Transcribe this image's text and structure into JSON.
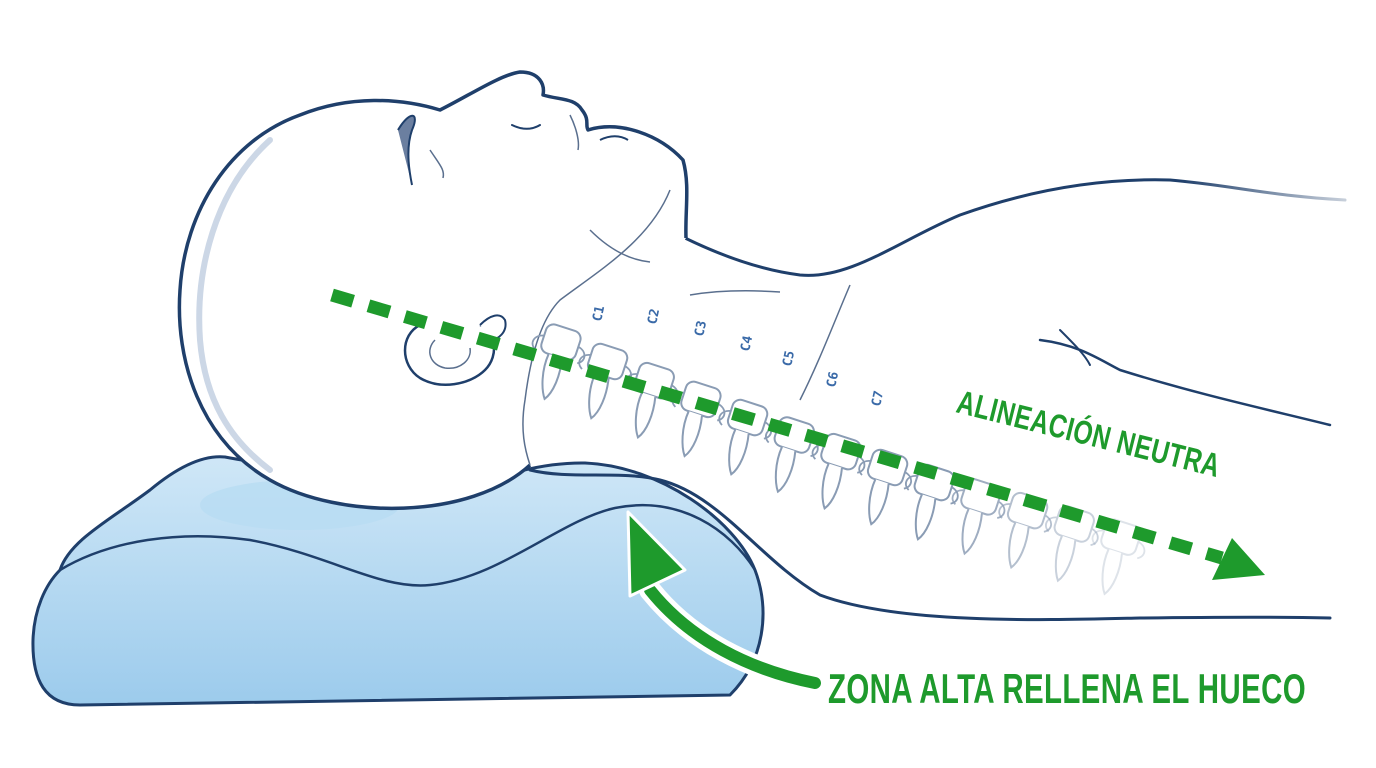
{
  "labels": {
    "alignment": "ALINEACIÓN NEUTRA",
    "high_zone": "ZONA ALTA RELLENA EL HUECO"
  },
  "vertebrae": [
    "C1",
    "C2",
    "C3",
    "C4",
    "C5",
    "C6",
    "C7"
  ],
  "colors": {
    "outline": "#1f3f6b",
    "accent_green": "#1e9a2c",
    "pillow_fill": "#a9d3ef",
    "pillow_light": "#cfe7f7",
    "vertebra_label": "#3a6aa8",
    "bone_stroke": "#8a9cb4"
  }
}
